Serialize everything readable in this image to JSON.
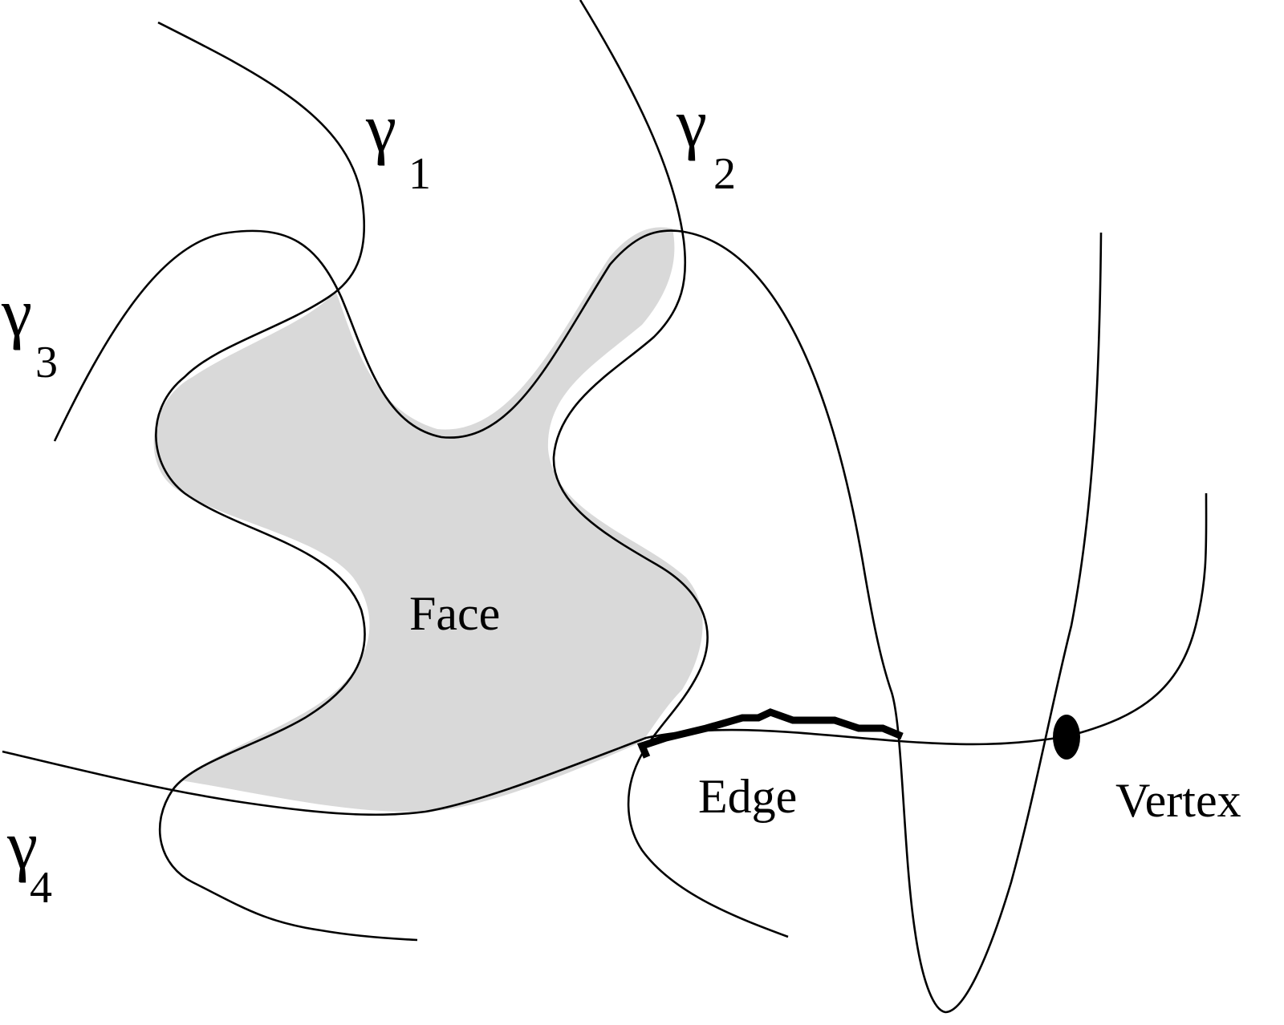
{
  "diagram": {
    "title": "Arrangement of curves: face, edge and vertex",
    "curves": [
      {
        "id": "gamma1",
        "symbol": "γ",
        "subscript": "1"
      },
      {
        "id": "gamma2",
        "symbol": "γ",
        "subscript": "2"
      },
      {
        "id": "gamma3",
        "symbol": "γ",
        "subscript": "3"
      },
      {
        "id": "gamma4",
        "symbol": "γ",
        "subscript": "4"
      }
    ],
    "labels": {
      "face": "Face",
      "edge": "Edge",
      "vertex": "Vertex"
    },
    "colors": {
      "face_fill": "#d9d9d9",
      "stroke": "#000000",
      "background": "#ffffff"
    }
  }
}
